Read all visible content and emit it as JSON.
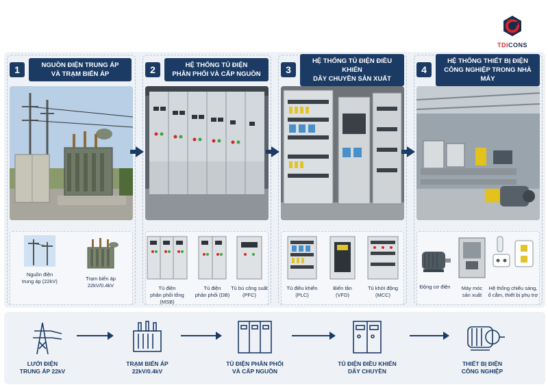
{
  "logo": {
    "text_left": "TDI",
    "text_right": "CONS"
  },
  "sections": [
    {
      "number": "1",
      "title": "Nguồn điện trung áp và trạm biến áp",
      "title_l1": "NGUỒN ĐIỆN TRUNG ÁP",
      "title_l2": "VÀ TRẠM BIẾN ÁP",
      "items": [
        {
          "label": "Nguồn điện trung áp (22kV)",
          "l1": "Nguồn điện",
          "l2": "trung áp (22kV)"
        },
        {
          "label": "Trạm biến áp 22kV/0.4kV",
          "l1": "Trạm biến áp",
          "l2": "22kV/0.4kV"
        }
      ]
    },
    {
      "number": "2",
      "title": "Hệ thống tủ điện phân phối và cấp nguồn",
      "title_l1": "HỆ THỐNG TỦ ĐIỆN",
      "title_l2": "PHÂN PHỐI VÀ CẤP NGUỒN",
      "items": [
        {
          "l1": "Tủ điện",
          "l2": "phân phối tổng (MSB)"
        },
        {
          "l1": "Tủ điện",
          "l2": "phân phối (DB)"
        },
        {
          "l1": "Tủ bù công suất",
          "l2": "(PFC)"
        }
      ]
    },
    {
      "number": "3",
      "title": "Hệ thống tủ điện điều khiển dây chuyền sản xuất",
      "title_l1": "HỆ THỐNG TỦ ĐIỆN ĐIỀU KHIỂN",
      "title_l2": "DÂY CHUYỀN SẢN XUẤT",
      "items": [
        {
          "l1": "Tủ điều khiển",
          "l2": "(PLC)"
        },
        {
          "l1": "Biến tần",
          "l2": "(VFD)"
        },
        {
          "l1": "Tủ khởi động",
          "l2": "(MCC)"
        }
      ]
    },
    {
      "number": "4",
      "title": "Hệ thống thiết bị điện công nghiệp trong nhà máy",
      "title_l1": "HỆ THỐNG THIẾT BỊ ĐIỆN",
      "title_l2": "CÔNG NGHIỆP TRONG NHÀ MÁY",
      "items": [
        {
          "l1": "Động cơ điện",
          "l2": ""
        },
        {
          "l1": "Máy móc",
          "l2": "sản xuất"
        },
        {
          "l1": "Hệ thống chiếu sáng,",
          "l2": "ổ cắm, thiết bị phụ trợ"
        }
      ]
    }
  ],
  "flow": [
    {
      "l1": "LƯỚI ĐIỆN",
      "l2": "TRUNG ÁP 22kV"
    },
    {
      "l1": "TRẠM BIẾN ÁP",
      "l2": "22kV/0.4kV"
    },
    {
      "l1": "TỦ ĐIỆN PHÂN PHỐI",
      "l2": "VÀ CẤP NGUỒN"
    },
    {
      "l1": "TỦ ĐIỆN ĐIỀU KHIỂN",
      "l2": "DÂY CHUYỀN"
    },
    {
      "l1": "THIẾT BỊ ĐIỆN",
      "l2": "CÔNG NGHIỆP"
    }
  ],
  "colors": {
    "navy": "#1b3a64",
    "red": "#d8262a",
    "bg": "#eef2f7"
  }
}
